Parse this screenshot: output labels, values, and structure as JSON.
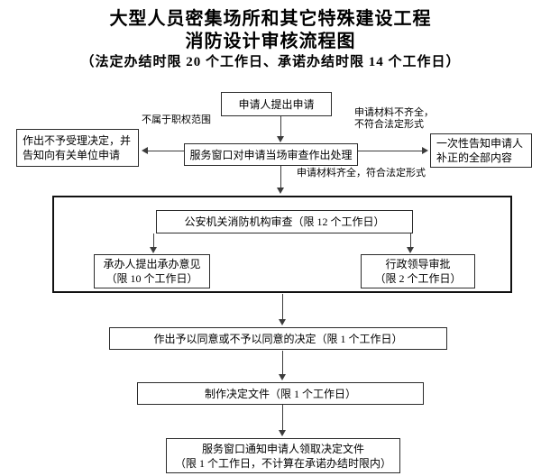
{
  "title": {
    "line1": "大型人员密集场所和其它特殊建设工程",
    "line2": "消防设计审核流程图",
    "subtitle": "（法定办结时限 20 个工作日、承诺办结时限 14 个工作日）"
  },
  "nodes": {
    "apply": {
      "label": "申请人提出申请"
    },
    "window_review": {
      "label": "服务窗口对申请当场审查作出处理"
    },
    "reject": {
      "line1": "作出不予受理决定，并",
      "line2": "告知向有关单位申请"
    },
    "notify_correct": {
      "line1": "一次性告知申请人",
      "line2": "补正的全部内容"
    },
    "fire_review": {
      "label": "公安机关消防机构审查（限 12 个工作日）"
    },
    "handler_opinion": {
      "line1": "承办人提出承办意见",
      "line2": "（限 10 个工作日）"
    },
    "leader_approval": {
      "line1": "行政领导审批",
      "line2": "（限 2 个工作日）"
    },
    "decision": {
      "label": "作出予以同意或不予以同意的决定（限 1 个工作日）"
    },
    "make_document": {
      "label": "制作决定文件（限 1 个工作日）"
    },
    "notify_pickup": {
      "line1": "服务窗口通知申请人领取决定文件",
      "line2": "（限 1 个工作日，不计算在承诺办结时限内）"
    }
  },
  "edge_labels": {
    "out_of_scope": "不属于职权范围",
    "incomplete_line1": "申请材料不齐全，",
    "incomplete_line2": "不符合法定形式",
    "complete": "申请材料齐全，符合法定形式"
  },
  "colors": {
    "background": "#ffffff",
    "text": "#000000",
    "box_border": "#2b2b2b",
    "stage_border": "#111111",
    "arrow": "#3c3c3c"
  }
}
